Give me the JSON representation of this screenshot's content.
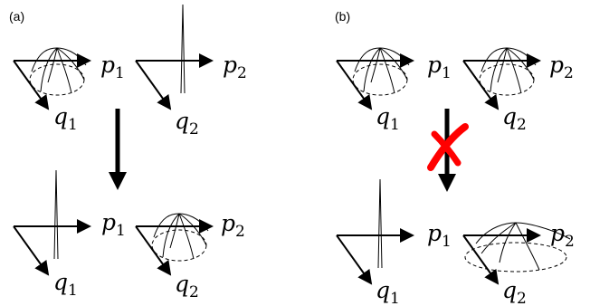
{
  "panels": {
    "a": {
      "label": "(a)",
      "top": {
        "axes": [
          {
            "p": "p",
            "p_sub": "1",
            "q": "q",
            "q_sub": "1"
          },
          {
            "p": "p",
            "p_sub": "2",
            "q": "q",
            "q_sub": "2"
          }
        ]
      },
      "bottom": {
        "axes": [
          {
            "p": "p",
            "p_sub": "1",
            "q": "q",
            "q_sub": "1"
          },
          {
            "p": "p",
            "p_sub": "2",
            "q": "q",
            "q_sub": "2"
          }
        ]
      }
    },
    "b": {
      "label": "(b)",
      "top": {
        "axes": [
          {
            "p": "p",
            "p_sub": "1",
            "q": "q",
            "q_sub": "1"
          },
          {
            "p": "p",
            "p_sub": "2",
            "q": "q",
            "q_sub": "2"
          }
        ]
      },
      "bottom": {
        "axes": [
          {
            "p": "p",
            "p_sub": "1",
            "q": "q",
            "q_sub": "1"
          },
          {
            "p": "p",
            "p_sub": "2",
            "q": "q",
            "q_sub": "2"
          }
        ]
      }
    }
  },
  "colors": {
    "ink": "#000000",
    "cross": "#ff0000"
  }
}
